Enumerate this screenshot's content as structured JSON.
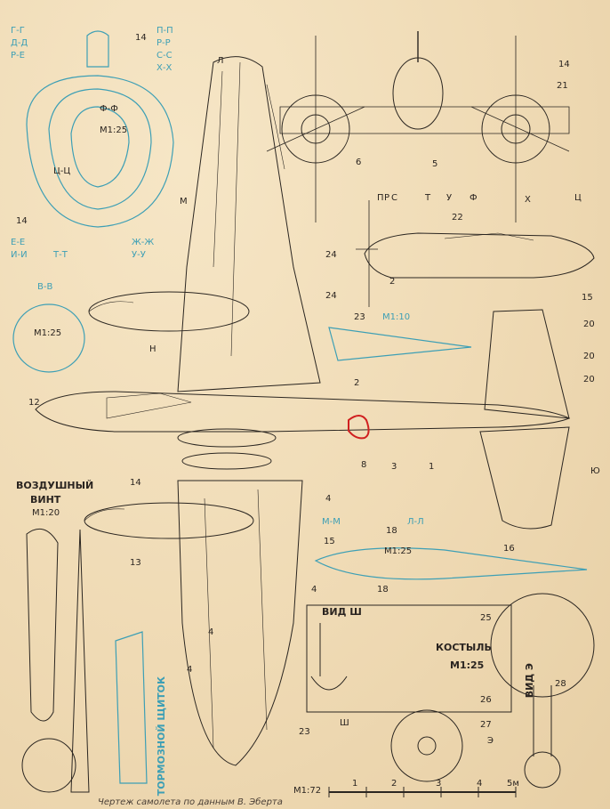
{
  "section_marks_top_left": [
    "Г-Г",
    "Д-Д",
    "Р-Е",
    "П-П",
    "Р-Р",
    "С-С",
    "Х-Х",
    "Ф-Ф",
    "Ц-Ц",
    "Е-Е",
    "И-И",
    "Т-Т",
    "Ж-Ж",
    "У-У"
  ],
  "scale_labels": {
    "s1": "М1:25",
    "s2": "М1:25",
    "s3": "М1:10",
    "s4": "М1:20",
    "s5": "М1:25",
    "s6": "М1:25"
  },
  "section_bb": "В-В",
  "section_mm": "М-М",
  "section_ll": "Л-Л",
  "propeller_title": [
    "ВОЗДУШНЫЙ",
    "ВИНТ"
  ],
  "brake_flap": "ТОРМОЗНОЙ ЩИТОК",
  "tail_skid": "КОСТЫЛЬ",
  "view_sh": "ВИД Ш",
  "view_e": "ВИД Э",
  "station_letters": [
    "П",
    "Р",
    "С",
    "Т",
    "У",
    "Ф",
    "Х",
    "Ц"
  ],
  "marker_letters": {
    "m": "М",
    "n": "Н",
    "l": "Л",
    "yu": "Ю",
    "sh": "Ш",
    "e": "Э"
  },
  "part_numbers": {
    "n1": "1",
    "n2": "2",
    "n2b": "2",
    "n3": "3",
    "n4a": "4",
    "n4b": "4",
    "n4c": "4",
    "n4d": "4",
    "n5": "5",
    "n6": "6",
    "n8": "8",
    "n12": "12",
    "n13": "13",
    "n14a": "14",
    "n14b": "14",
    "n14c": "14",
    "n14d": "14",
    "n15a": "15",
    "n15b": "15",
    "n16": "16",
    "n18a": "18",
    "n18b": "18",
    "n20a": "20",
    "n20b": "20",
    "n20c": "20",
    "n21": "21",
    "n22": "22",
    "n23a": "23",
    "n23b": "23",
    "n24a": "24",
    "n24b": "24",
    "n25": "25",
    "n26": "26",
    "n27": "27",
    "n28": "28"
  },
  "scale_bar": {
    "label": "М1:72",
    "ticks": [
      "1",
      "2",
      "3",
      "4",
      "5м"
    ]
  },
  "caption": "Чертеж самолета по данным В. Эберта"
}
